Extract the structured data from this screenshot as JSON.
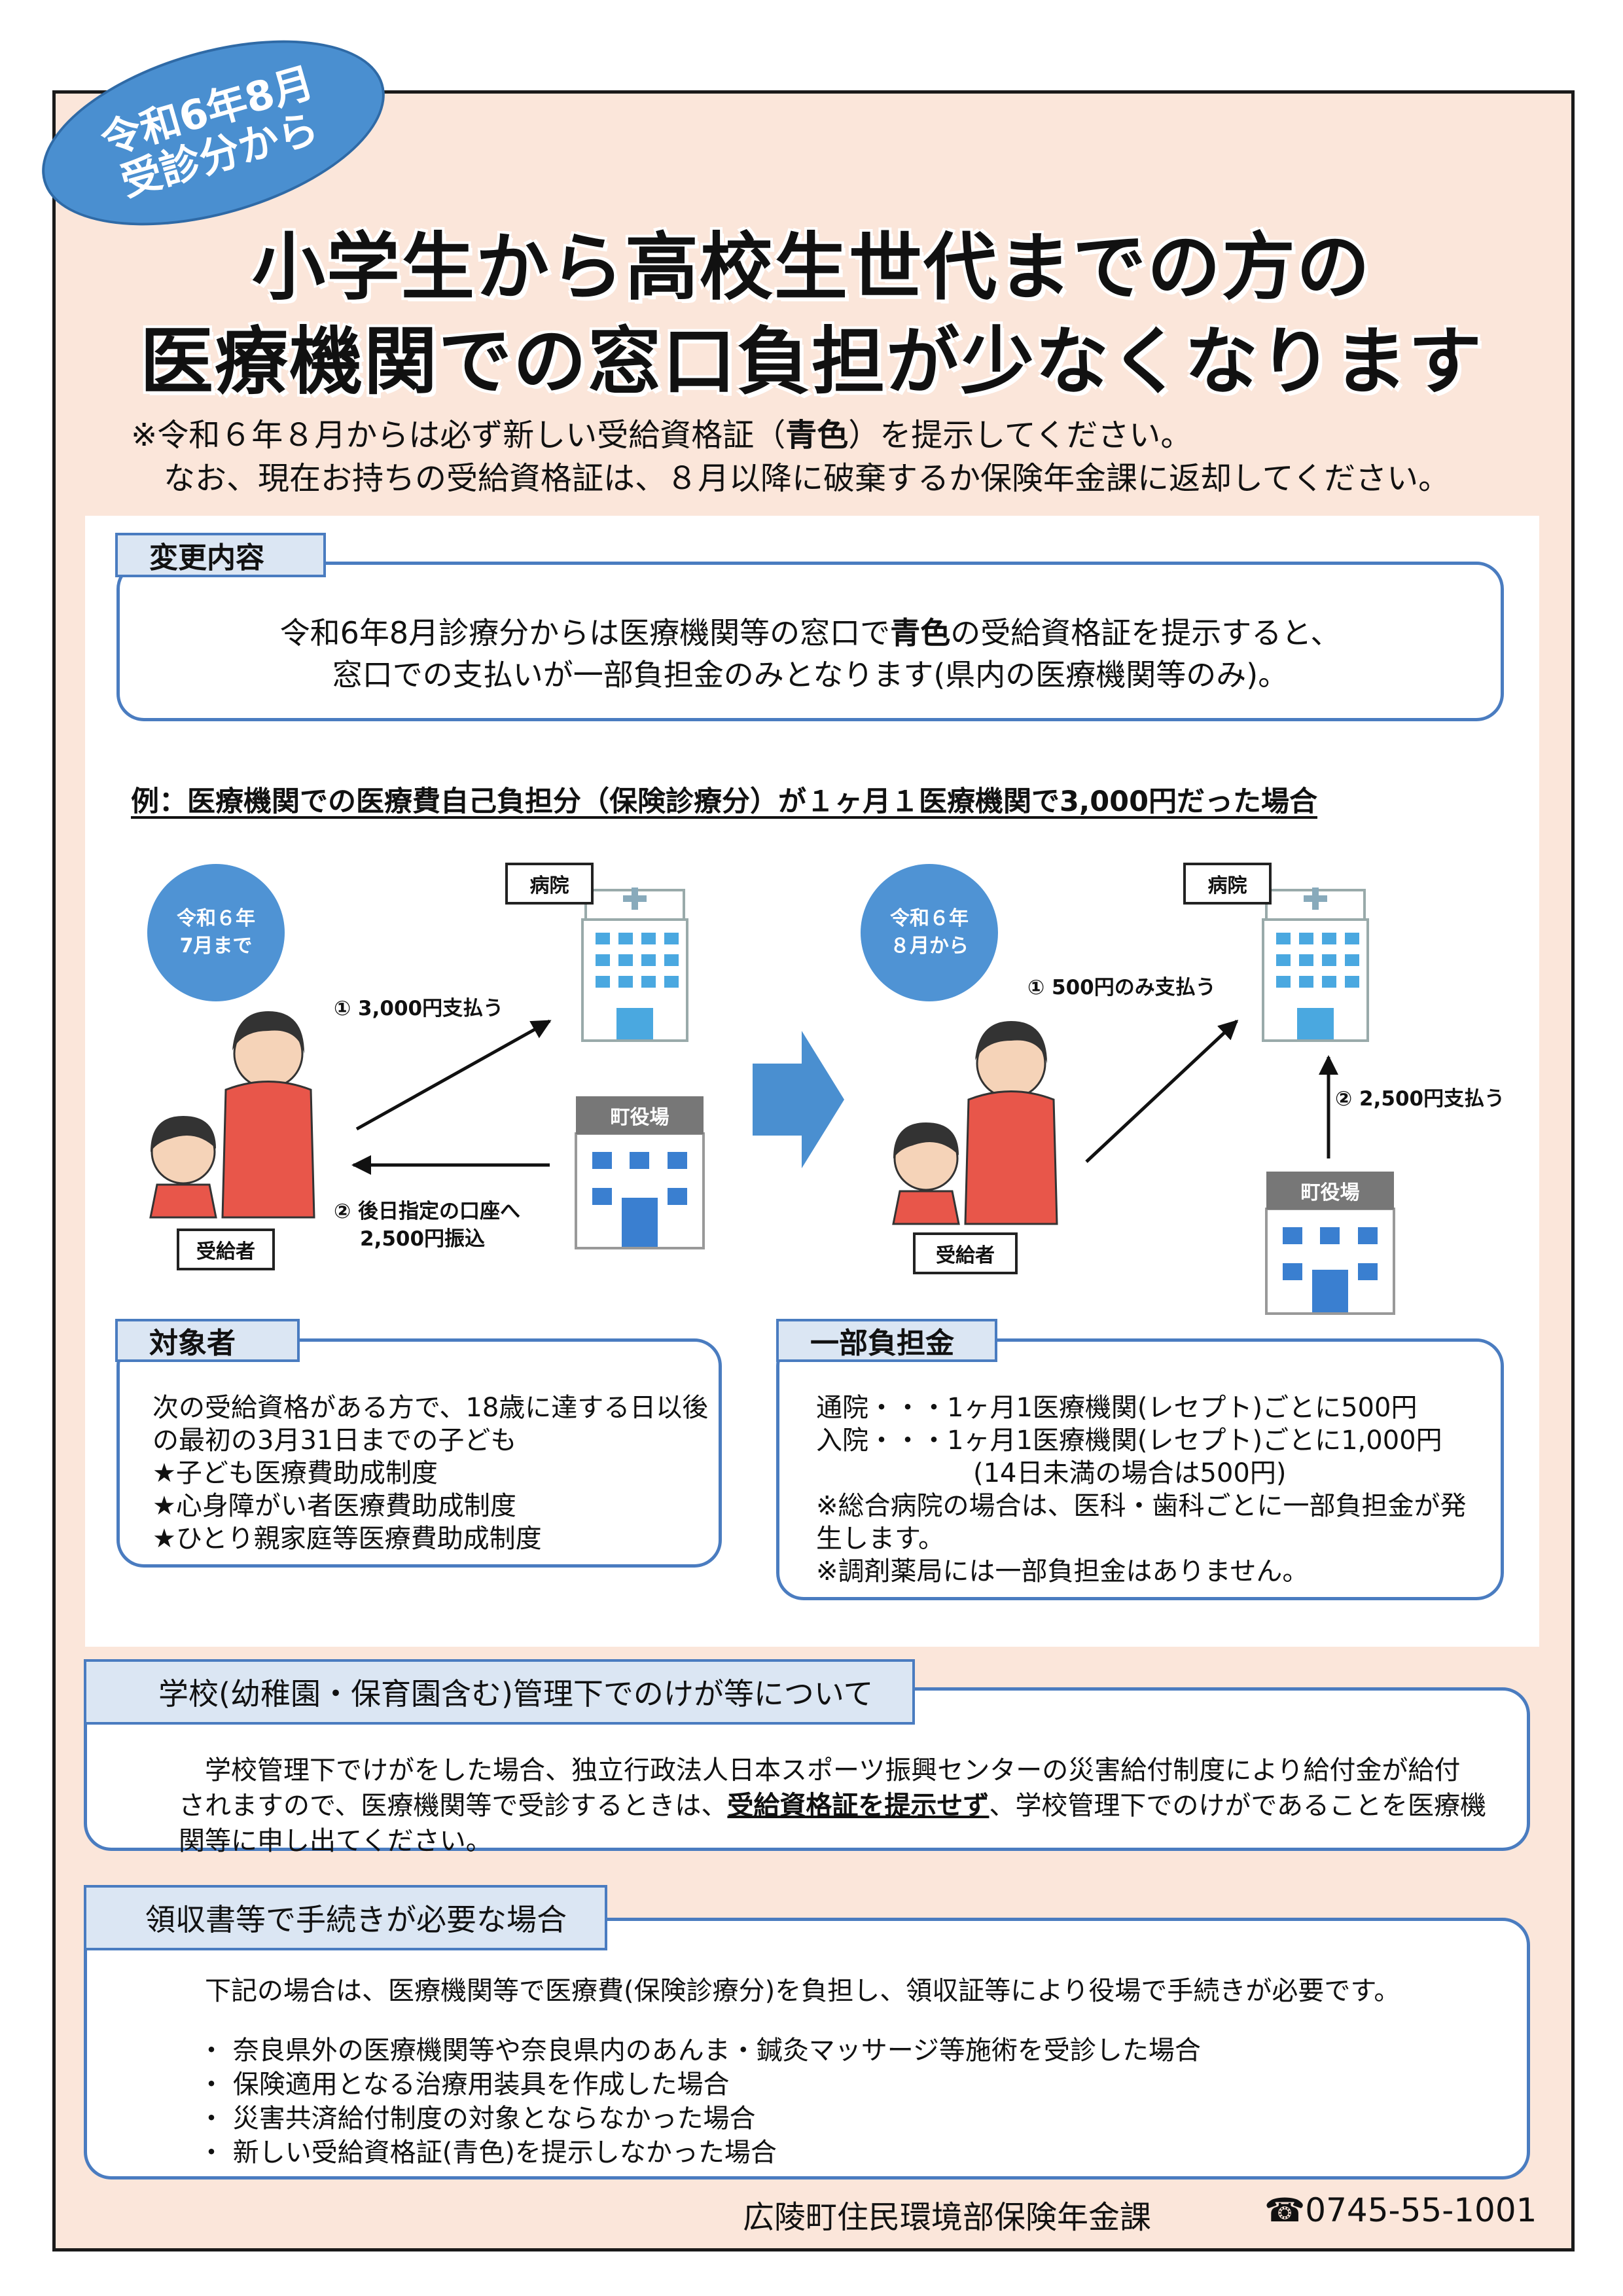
{
  "badge": {
    "line1": "令和6年8月",
    "line2": "受診分から"
  },
  "title": {
    "line1": "小学生から高校生世代までの方の",
    "line2": "医療機関での窓口負担が少なくなります"
  },
  "notice": {
    "line1_pre": "※令和６年８月からは必ず新しい受給資格証（",
    "line1_bold": "青色",
    "line1_post": "）を提示してください。",
    "line2": "なお、現在お持ちの受給資格証は、８月以降に破棄するか保険年金課に返却してください。"
  },
  "changes": {
    "heading": "変更内容",
    "line1_pre": "令和6年8月診療分からは医療機関等の窓口で",
    "line1_bold": "青色",
    "line1_post": "の受給資格証を提示すると、",
    "line2": "窓口での支払いが一部負担金のみとなります(県内の医療機関等のみ)。"
  },
  "example": {
    "title": "例：医療機関での医療費自己負担分（保険診療分）が１ヶ月１医療機関で3,000円だった場合",
    "before": {
      "period_line1": "令和６年",
      "period_line2": "7月まで",
      "hospital": "病院",
      "town_hall": "町役場",
      "recipient": "受給者",
      "step1": "① 3,000円支払う",
      "step2_line1": "② 後日指定の口座へ",
      "step2_line2": "2,500円振込"
    },
    "after": {
      "period_line1": "令和６年",
      "period_line2": "８月から",
      "hospital": "病院",
      "town_hall": "町役場",
      "recipient": "受給者",
      "step1": "① 500円のみ支払う",
      "step2": "② 2,500円支払う"
    }
  },
  "target": {
    "heading": "対象者",
    "lines": [
      "次の受給資格がある方で、18歳に達する日以後",
      "の最初の3月31日までの子ども",
      "★子ども医療費助成制度",
      "★心身障がい者医療費助成制度",
      "★ひとり親家庭等医療費助成制度"
    ]
  },
  "copay": {
    "heading": "一部負担金",
    "lines": [
      "通院・・・1ヶ月1医療機関(レセプト)ごとに500円",
      "入院・・・1ヶ月1医療機関(レセプト)ごとに1,000円",
      "　　　　　　(14日未満の場合は500円)",
      "※総合病院の場合は、医科・歯科ごとに一部負担金が発",
      "生します。",
      "※調剤薬局には一部負担金はありません。"
    ]
  },
  "school": {
    "heading": "学校(幼稚園・保育園含む)管理下でのけが等について",
    "line1": "　学校管理下でけがをした場合、独立行政法人日本スポーツ振興センターの災害給付制度により給付金が給付",
    "line2_pre": "されますので、医療機関等で受診するときは、",
    "line2_bold": "受給資格証を提示せず",
    "line2_post": "、学校管理下でのけがであることを医療機",
    "line3": "関等に申し出てください。"
  },
  "receipt": {
    "heading": "領収書等で手続きが必要な場合",
    "intro": "下記の場合は、医療機関等で医療費(保険診療分)を負担し、領収証等により役場で手続きが必要です。",
    "items": [
      "・ 奈良県外の医療機関等や奈良県内のあんま・鍼灸マッサージ等施術を受診した場合",
      "・ 保険適用となる治療用装具を作成した場合",
      "・ 災害共済給付制度の対象とならなかった場合",
      "・ 新しい受給資格証(青色)を提示しなかった場合"
    ]
  },
  "footer": {
    "department": "広陵町住民環境部保険年金課",
    "phone": "☎0745-55-1001"
  },
  "colors": {
    "accent_blue": "#4a8fd0",
    "box_border": "#4a7cc0",
    "background": "#fbe6da"
  }
}
